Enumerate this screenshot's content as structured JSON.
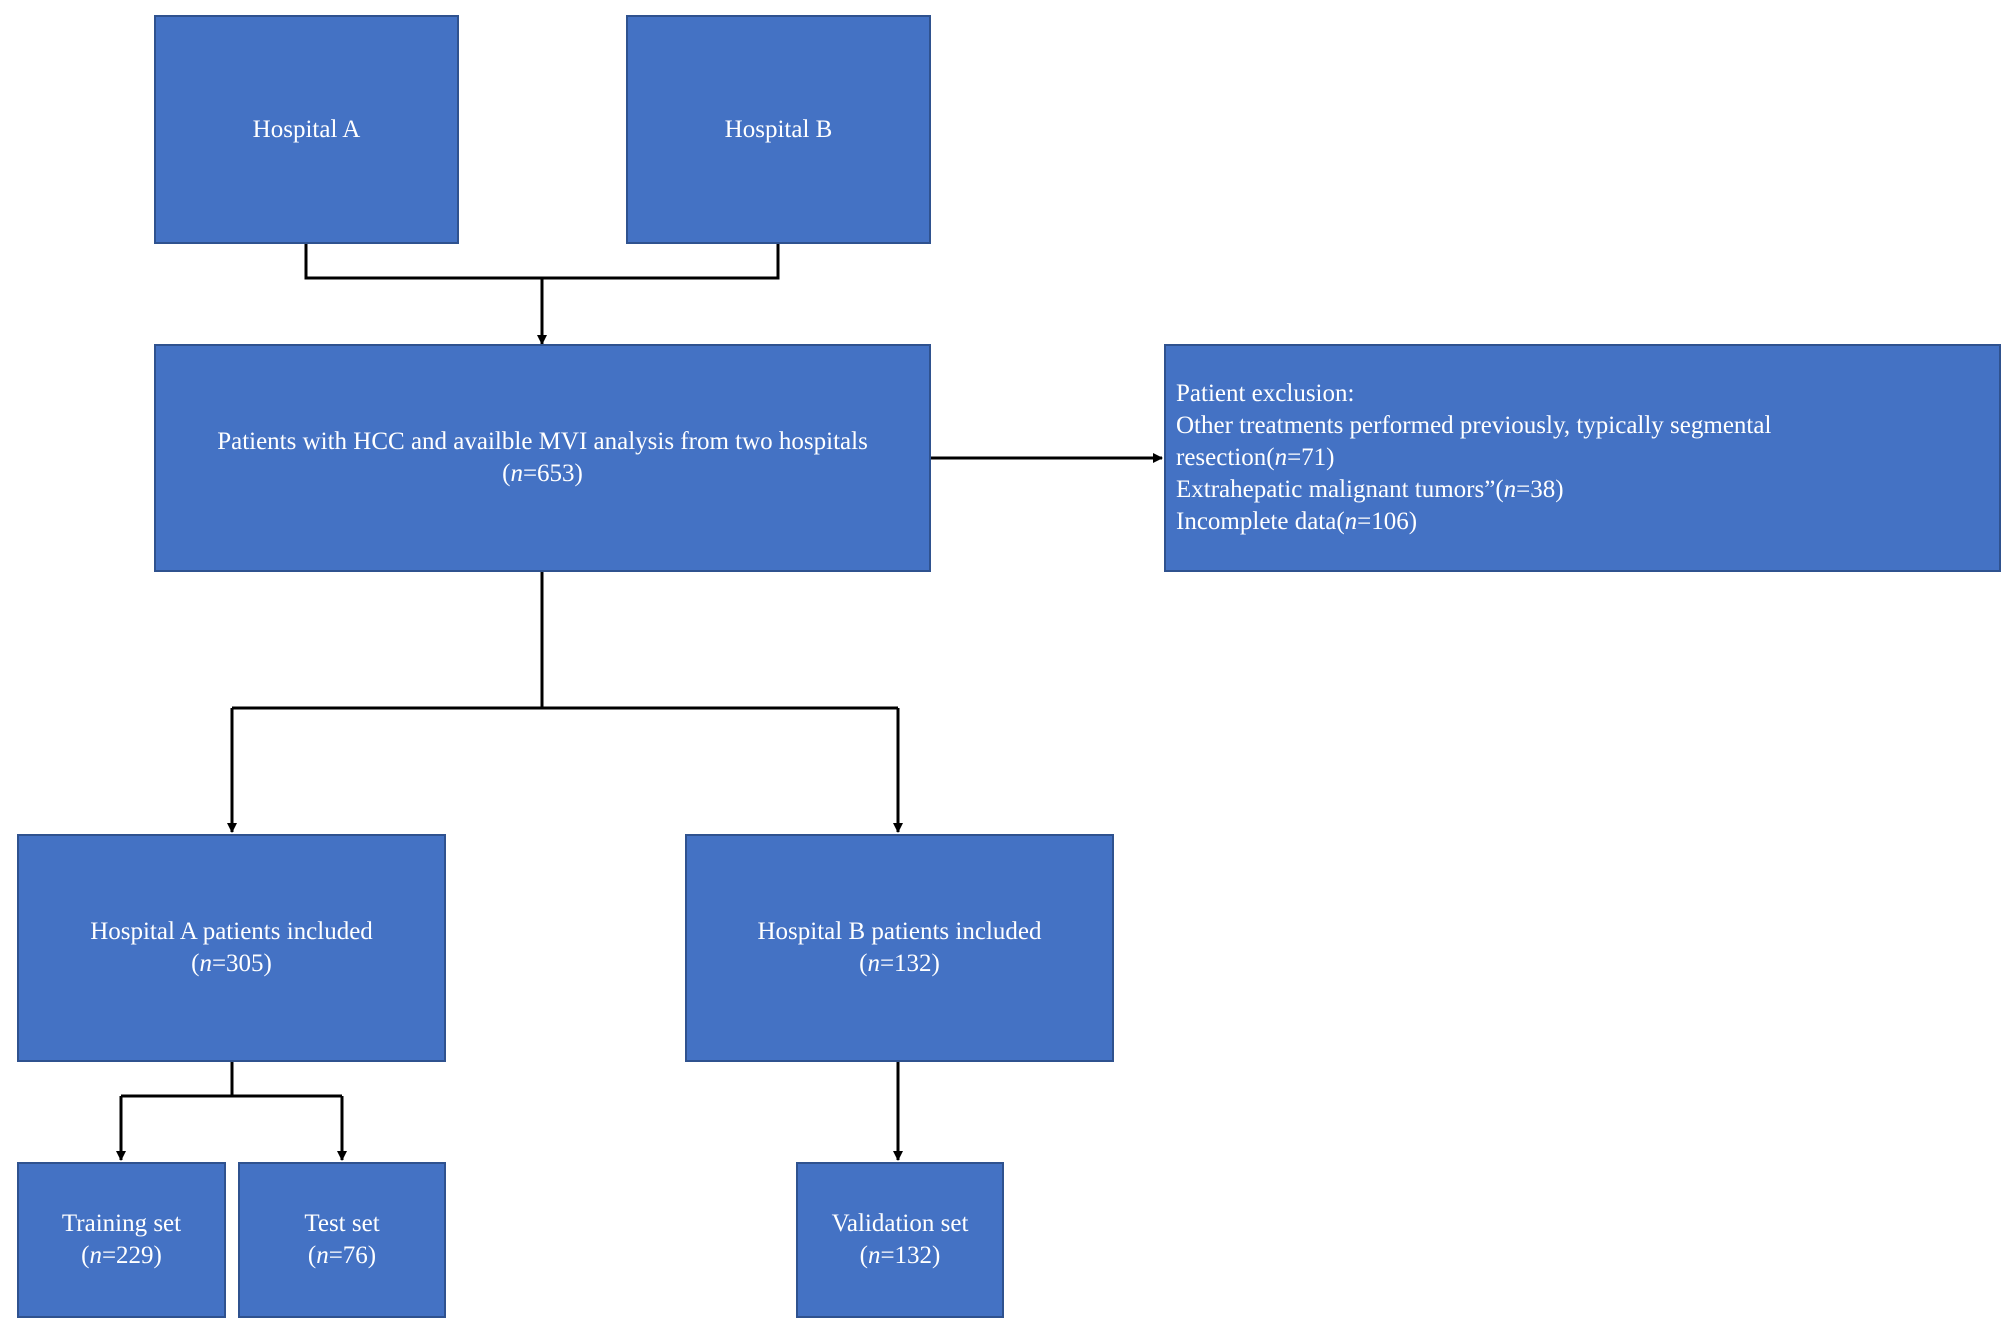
{
  "nodes": {
    "hospital_a": {
      "label": "Hospital A"
    },
    "hospital_b": {
      "label": "Hospital B"
    },
    "patients_pool": {
      "label": "Patients with HCC and availble MVI analysis from two hospitals",
      "n_prefix": "(",
      "n_symbol": "n",
      "n_value": "=653)"
    },
    "exclusion": {
      "title": "Patient exclusion:",
      "line1": "Other treatments performed previously, typically segmental",
      "line2_text": "resection(",
      "line2_symbol": "n",
      "line2_value": "=71)",
      "line3_text": "Extrahepatic malignant tumors”(",
      "line3_symbol": "n",
      "line3_value": "=38)",
      "line4_text": "Incomplete data(",
      "line4_symbol": "n",
      "line4_value": "=106)"
    },
    "hospital_a_included": {
      "label": "Hospital A patients included",
      "n_prefix": "(",
      "n_symbol": "n",
      "n_value": "=305)"
    },
    "hospital_b_included": {
      "label": "Hospital B patients included",
      "n_prefix": "(",
      "n_symbol": "n",
      "n_value": "=132)"
    },
    "training_set": {
      "label": "Training set",
      "n_prefix": "(",
      "n_symbol": "n",
      "n_value": "=229)"
    },
    "test_set": {
      "label": "Test set",
      "n_prefix": "(",
      "n_symbol": "n",
      "n_value": "=76)"
    },
    "validation_set": {
      "label": "Validation set",
      "n_prefix": "(",
      "n_symbol": "n",
      "n_value": "=132)"
    }
  },
  "colors": {
    "box_fill": "#4472c4",
    "box_border": "#2f528f",
    "text": "#ffffff",
    "connector": "#000000"
  }
}
